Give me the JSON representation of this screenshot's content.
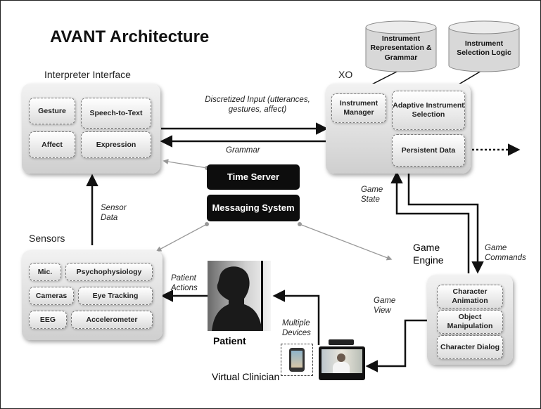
{
  "title": "AVANT Architecture",
  "interpreter": {
    "label": "Interpreter Interface",
    "modules": [
      "Gesture",
      "Speech-to-Text",
      "Affect",
      "Expression"
    ]
  },
  "xo": {
    "label": "XO",
    "modules": [
      "Instrument Manager",
      "Adaptive Instrument Selection",
      "Persistent Data"
    ]
  },
  "databases": [
    "Instrument Representation & Grammar",
    "Instrument Selection Logic"
  ],
  "center": {
    "time_server": "Time Server",
    "messaging": "Messaging System"
  },
  "sensors": {
    "label": "Sensors",
    "modules": [
      "Mic.",
      "Psychophysiology",
      "Cameras",
      "Eye Tracking",
      "EEG",
      "Accelerometer"
    ]
  },
  "game_engine": {
    "label": "Game Engine",
    "modules": [
      "Character Animation",
      "Object Manipulation",
      "Character Dialog"
    ]
  },
  "flows": {
    "discretized_input": "Discretized Input (utterances, gestures, affect)",
    "grammar": "Grammar",
    "sensor_data": "Sensor Data",
    "game_state": "Game State",
    "game_commands": "Game Commands",
    "game_view": "Game View",
    "patient_actions": "Patient Actions",
    "multiple_devices": "Multiple Devices"
  },
  "patient_label": "Patient",
  "virtual_clinician_label": "Virtual Clinician",
  "colors": {
    "panel_light": "#f2f2f2",
    "panel_dark": "#cfcfcf",
    "box_black": "#0d0d0d",
    "arrow": "#111111",
    "connector": "#999999"
  }
}
